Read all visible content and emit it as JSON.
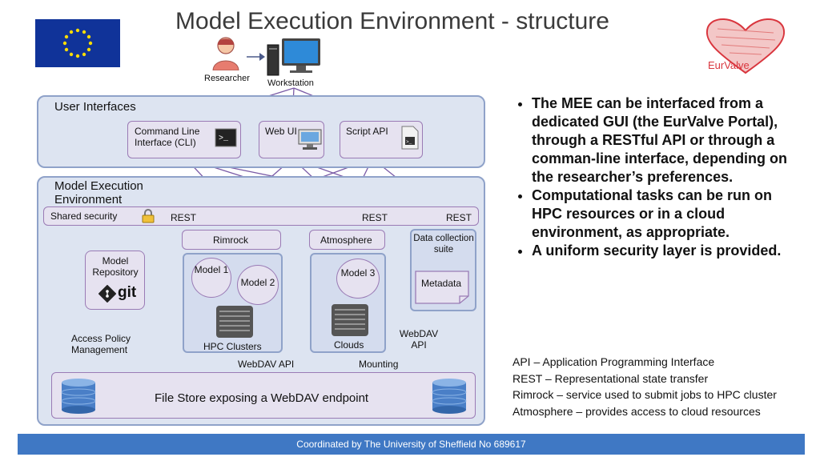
{
  "slide": {
    "title": "Model Execution Environment - structure",
    "logo_text": "EurValve",
    "footer": "Coordinated by The University of Sheffield No 689617"
  },
  "top": {
    "researcher_label": "Researcher",
    "workstation_label": "Workstation"
  },
  "user_interfaces": {
    "heading": "User Interfaces",
    "cli_label": "Command Line Interface (CLI)",
    "webui_label": "Web UI",
    "script_label": "Script API"
  },
  "mee": {
    "heading": "Model Execution Environment",
    "shared_security": "Shared security",
    "rest_1": "REST",
    "rest_2": "REST",
    "rest_3": "REST",
    "rimrock": "Rimrock",
    "atmosphere": "Atmosphere",
    "data_collection": "Data collection suite",
    "model_repository": "Model Repository",
    "git": "git",
    "model_1": "Model 1",
    "model_2": "Model 2",
    "model_3": "Model 3",
    "metadata": "Metadata",
    "hpc": "HPC Clusters",
    "clouds": "Clouds",
    "access_policy": "Access Policy Management",
    "webdav_api_side": "WebDAV API",
    "webdav_api": "WebDAV API",
    "mounting": "Mounting",
    "file_store": "File Store exposing a WebDAV endpoint"
  },
  "bullets": [
    "The MEE can be interfaced from a dedicated GUI (the EurValve Portal), through a RESTful API or through a comman-line interface, depending on the researcher’s preferences.",
    "Computational tasks can be run on HPC resources or in a cloud environment, as appropriate.",
    "A uniform security layer is provided."
  ],
  "glossary": [
    {
      "term": "API",
      "def": "Application Programming Interface"
    },
    {
      "term": "REST",
      "def": "Representational state transfer"
    },
    {
      "term": "Rimrock",
      "def": "service used to submit jobs to HPC cluster"
    },
    {
      "term": "Atmosphere",
      "def": "provides access to cloud resources"
    }
  ]
}
